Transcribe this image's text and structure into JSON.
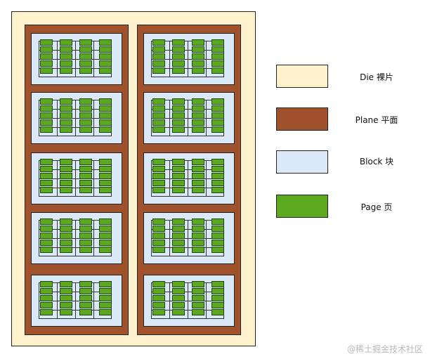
{
  "legend": [
    {
      "label": "Die 裸片",
      "color": "#fdf2cc"
    },
    {
      "label": "Plane 平面",
      "color": "#a0522d"
    },
    {
      "label": "Block 块",
      "color": "#dae8f8"
    },
    {
      "label": "Page 页",
      "color": "#5ca81e"
    }
  ],
  "diagram": {
    "planes": 2,
    "blocks_per_plane": 5,
    "page_rows": 5,
    "page_cols": 4
  },
  "watermark": "@稀土掘金技术社区"
}
